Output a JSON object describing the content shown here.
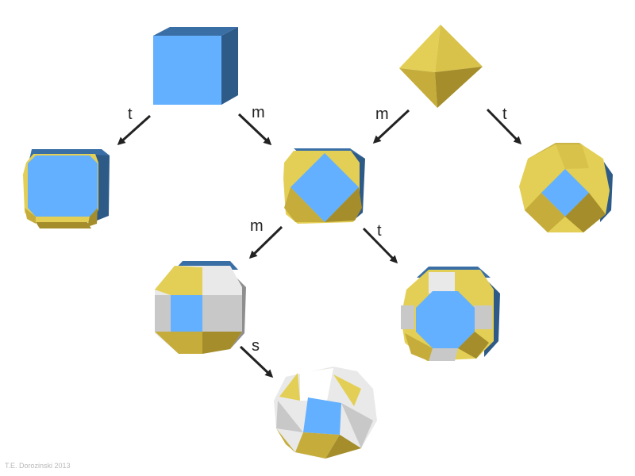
{
  "colors": {
    "blue": "#62b0ff",
    "blue_dark": "#2e5a88",
    "blue_top": "#3a6fa6",
    "yellow": "#e3cf55",
    "yellow_dark": "#a48d2a",
    "yellow_mid": "#c6ad3b",
    "gray_light": "#e9e9e9",
    "gray": "#c8c8c8",
    "gray_dark": "#8e8e8e",
    "white": "#ffffff",
    "arrow": "#222222"
  },
  "operations": {
    "cube_to_truncated_cube": "t",
    "cube_to_cuboctahedron": "m",
    "octahedron_to_cuboctahedron": "m",
    "octahedron_to_truncated_octahedron": "t",
    "cuboctahedron_to_rhombicuboctahedron": "m",
    "cuboctahedron_to_truncated_cuboctahedron": "t",
    "rhombicuboctahedron_to_snub_cube": "s"
  },
  "credit": "T.E. Dorozinski 2013"
}
